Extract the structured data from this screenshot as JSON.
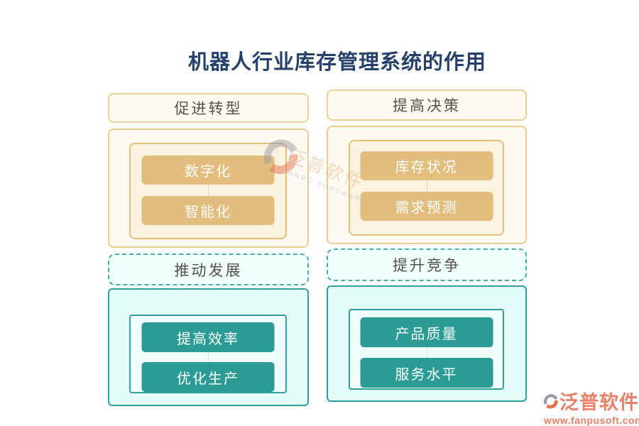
{
  "title": "机器人行业库存管理系统的作用",
  "sections": [
    {
      "id": "promote-transformation",
      "header": "促进转型",
      "items": [
        "数字化",
        "智能化"
      ],
      "theme": "gold"
    },
    {
      "id": "improve-decision",
      "header": "提高决策",
      "items": [
        "库存状况",
        "需求预测"
      ],
      "theme": "gold"
    },
    {
      "id": "promote-development",
      "header": "推动发展",
      "items": [
        "提高效率",
        "优化生产"
      ],
      "theme": "teal"
    },
    {
      "id": "enhance-competition",
      "header": "提升竞争",
      "items": [
        "产品质量",
        "服务水平"
      ],
      "theme": "teal"
    }
  ],
  "watermark_center": {
    "brand": "泛普软件",
    "subtitle": "FANPU SOFTWARE"
  },
  "watermark_corner": {
    "brand": "泛普软件",
    "url": "www.fanpusoft.com"
  },
  "colors": {
    "title_text": "#24406B",
    "gold_button": "#E2BD7E",
    "gold_border": "#EBCD92",
    "gold_fill": "#FBF3E0",
    "teal_button": "#2B9B96",
    "teal_border": "#30A09A",
    "teal_fill": "#E3FCF8",
    "header_text": "#55524B",
    "brand_orange": "#E9816A",
    "logo_gray": "#9B9BA3",
    "logo_orange": "#E5724C"
  }
}
